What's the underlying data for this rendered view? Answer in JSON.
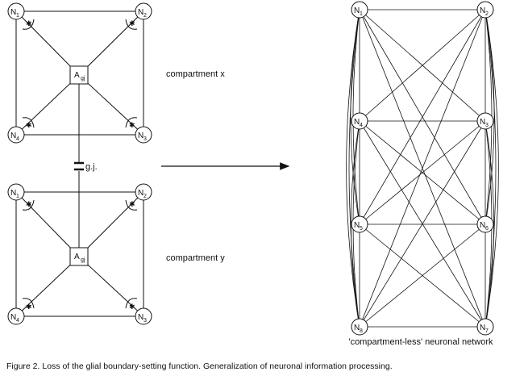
{
  "figure": {
    "caption": "Figure 2. Loss of the glial boundary-setting function. Generalization of neuronal information processing."
  },
  "compartment_x": {
    "label": "compartment x",
    "astrocyte": {
      "main": "A",
      "sub": "gj"
    },
    "neurons": [
      {
        "main": "N",
        "sub": "1"
      },
      {
        "main": "N",
        "sub": "2"
      },
      {
        "main": "N",
        "sub": "4"
      },
      {
        "main": "N",
        "sub": "3"
      }
    ]
  },
  "compartment_y": {
    "label": "compartment y",
    "astrocyte": {
      "main": "A",
      "sub": "gj"
    },
    "neurons": [
      {
        "main": "N",
        "sub": "1"
      },
      {
        "main": "N",
        "sub": "2"
      },
      {
        "main": "N",
        "sub": "4"
      },
      {
        "main": "N",
        "sub": "3"
      }
    ]
  },
  "gap_junction": {
    "label": "g.j."
  },
  "network": {
    "label": "'compartment-less' neuronal network",
    "neurons": [
      {
        "id": "n1",
        "main": "N",
        "sub": "1"
      },
      {
        "id": "n2",
        "main": "N",
        "sub": "2"
      },
      {
        "id": "n4",
        "main": "N",
        "sub": "4"
      },
      {
        "id": "n3",
        "main": "N",
        "sub": "3"
      },
      {
        "id": "n5",
        "main": "N",
        "sub": "5"
      },
      {
        "id": "n6",
        "main": "N",
        "sub": "6"
      },
      {
        "id": "n8",
        "main": "N",
        "sub": "8"
      },
      {
        "id": "n7",
        "main": "N",
        "sub": "7"
      }
    ]
  }
}
